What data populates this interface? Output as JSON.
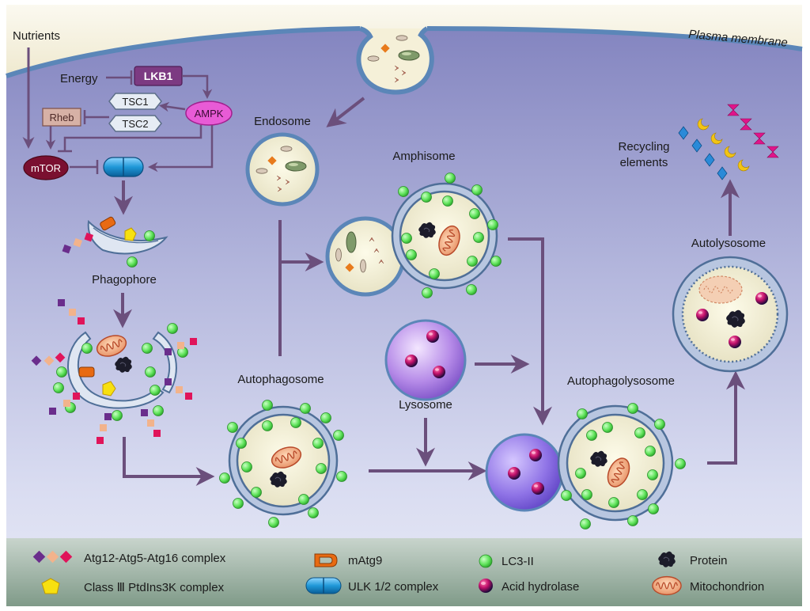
{
  "labels": {
    "plasma_membrane": "Plasma membrane",
    "nutrients": "Nutrients",
    "energy": "Energy",
    "lkb1": "LKB1",
    "tsc1": "TSC1",
    "tsc2": "TSC2",
    "ampk": "AMPK",
    "rheb": "Rheb",
    "mtor": "mTOR",
    "endosome": "Endosome",
    "amphisome": "Amphisome",
    "phagophore": "Phagophore",
    "autophagosome": "Autophagosome",
    "lysosome": "Lysosome",
    "autophagolysosome": "Autophagolysosome",
    "autolysosome": "Autolysosome",
    "recycling_line1": "Recycling",
    "recycling_line2": "elements"
  },
  "legend": [
    {
      "icon": "atg-complex-icon",
      "label": "Atg12-Atg5-Atg16 complex"
    },
    {
      "icon": "pi3k-complex-icon",
      "label": "Class Ⅲ PtdIns3K complex"
    },
    {
      "icon": "matg9-icon",
      "label": "mAtg9"
    },
    {
      "icon": "ulk-complex-icon",
      "label": "ULK 1/2 complex"
    },
    {
      "icon": "lc3-icon",
      "label": "LC3-II"
    },
    {
      "icon": "acid-hydrolase-icon",
      "label": "Acid hydrolase"
    },
    {
      "icon": "protein-icon",
      "label": "Protein"
    },
    {
      "icon": "mitochondrion-icon",
      "label": "Mitochondrion"
    }
  ],
  "colors": {
    "arrow": "#6b4f7c",
    "membrane": "#5b86b8",
    "lc3": "#5fe35a",
    "atg_purple": "#6a2d8c",
    "atg_peach": "#f2b38c",
    "atg_pink": "#e0145a",
    "pi3k_yellow": "#f7e010",
    "matg9_orange": "#e86a12",
    "ulk_blue": "#2fa6df",
    "mtor": "#7a1030",
    "ampk": "#e85bd6",
    "lkb1": "#8a3e8c"
  }
}
